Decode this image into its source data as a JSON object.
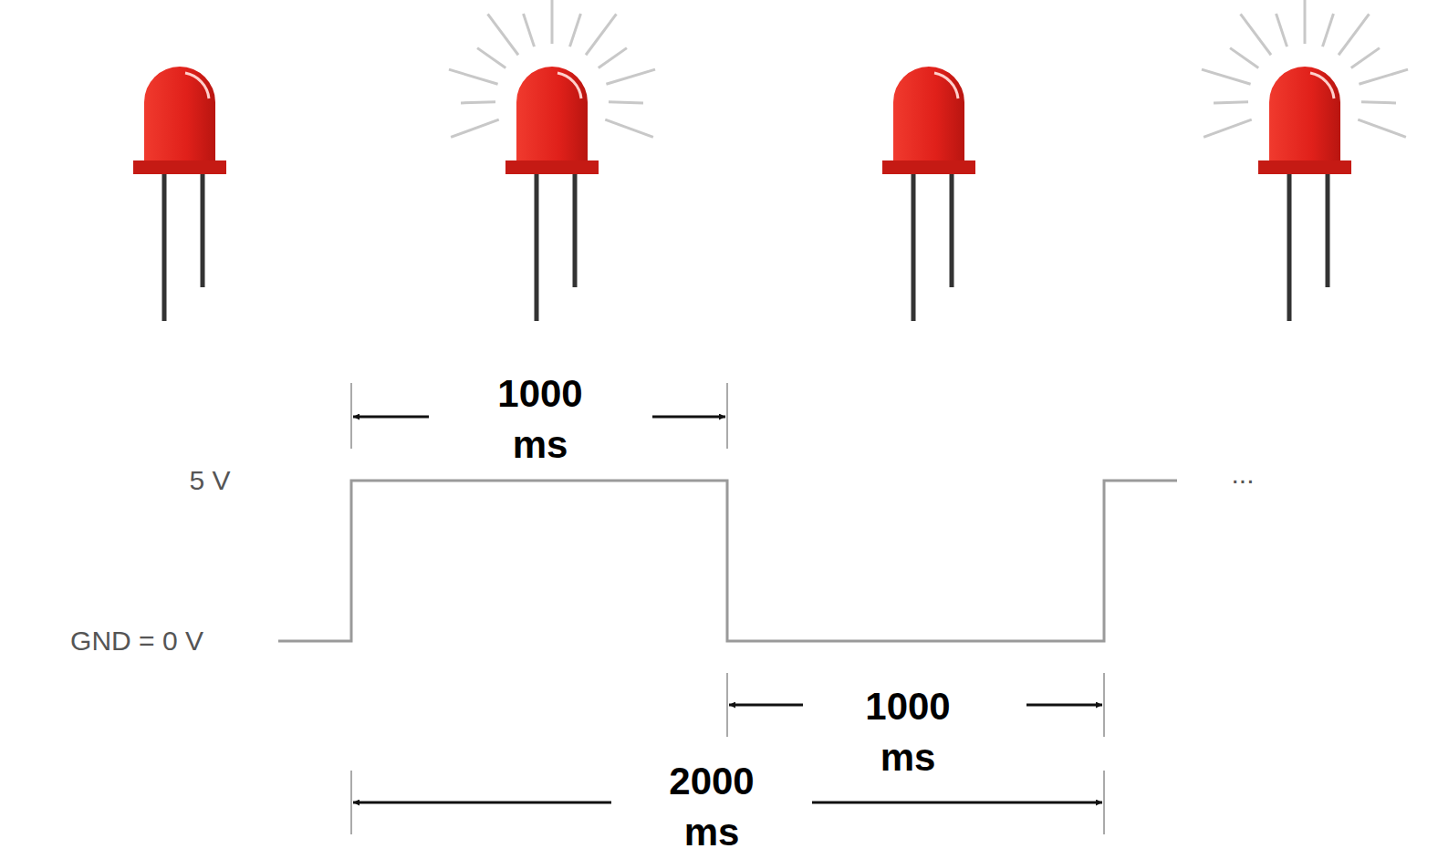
{
  "diagram": {
    "labels": [
      "1000 ms",
      "5 V",
      "GND = 0 V",
      "1000 ms",
      "2000 ms",
      "..."
    ]
  }
}
